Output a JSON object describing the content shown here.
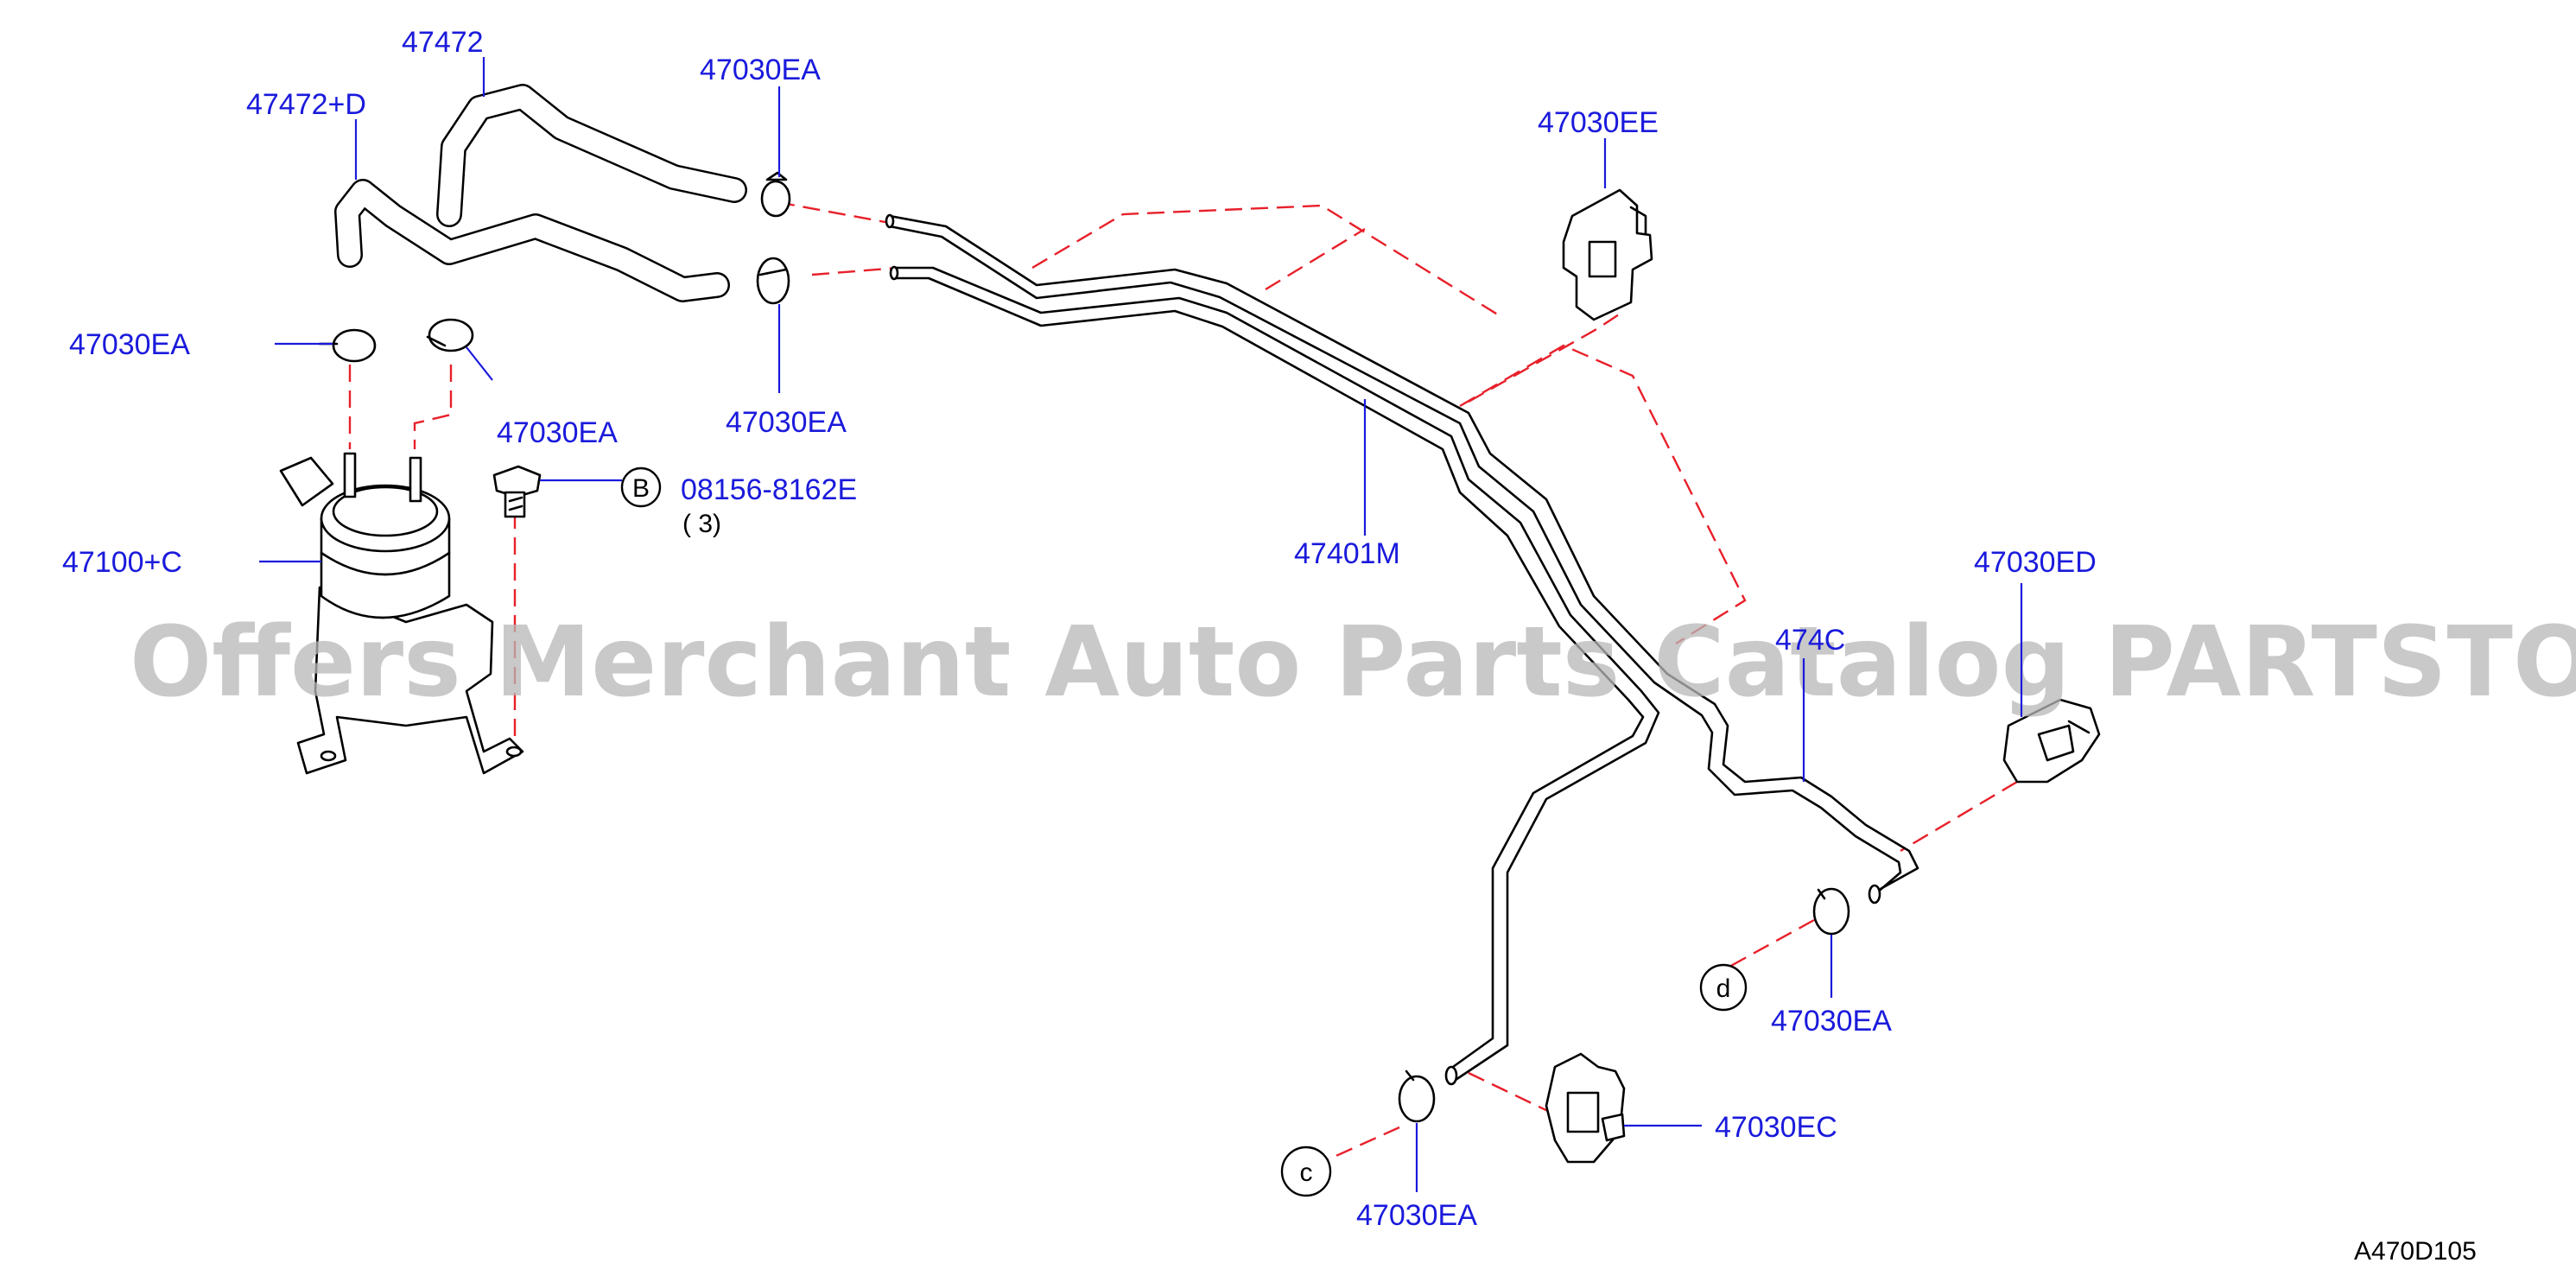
{
  "diagram": {
    "callouts": {
      "hose_47472": "47472",
      "hose_47472d": "47472+D",
      "clamp_top_a": "47030EA",
      "clamp_left": "47030EA",
      "clamp_mid_left": "47030EA",
      "clamp_top_b": "47030EA",
      "bracket_ee": "47030EE",
      "bolt_part": "08156-8162E",
      "bolt_qty": "( 3)",
      "bolt_ref": "B",
      "canister": "47100+C",
      "tube_main": "47401M",
      "tube_right": "474C",
      "bracket_ed": "47030ED",
      "clamp_d": "47030EA",
      "ref_d": "d",
      "bracket_ec": "47030EC",
      "clamp_c": "47030EA",
      "ref_c": "c"
    },
    "figure_code": "A470D105"
  },
  "watermark": "Offers Merchant Auto Parts Catalog PARTSTORE.SA",
  "colors": {
    "callout": "#1a1adc",
    "dashed_line": "#e8202a",
    "watermark": "#b8b8b8"
  }
}
